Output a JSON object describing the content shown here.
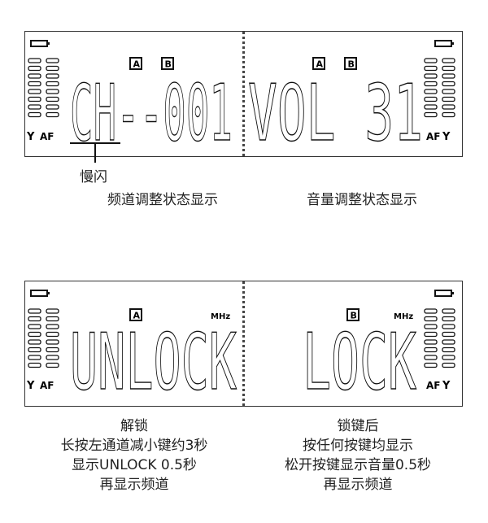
{
  "top_left": {
    "display": "CH--001",
    "badges": [
      "A",
      "B"
    ],
    "indicator_af": "AF",
    "annotation": "慢闪",
    "caption": "频道调整状态显示"
  },
  "top_right": {
    "display": "VOL 31",
    "badges": [
      "A",
      "B"
    ],
    "indicator_af": "AF",
    "caption": "音量调整状态显示"
  },
  "bottom_left": {
    "display": "UNLOCK",
    "badge": "A",
    "unit": "MHz",
    "indicator_af": "AF",
    "caption_lines": [
      "解锁",
      "长按左通道减小键约3秒",
      "显示UNLOCK 0.5秒",
      "再显示频道"
    ]
  },
  "bottom_right": {
    "display": "LOCK",
    "badge": "B",
    "unit": "MHz",
    "indicator_af": "AF",
    "caption_lines": [
      "锁键后",
      "按任何按键均显示",
      "松开按键显示音量0.5秒",
      "再显示频道"
    ]
  }
}
